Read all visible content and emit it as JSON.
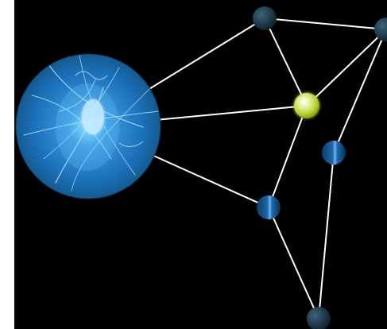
{
  "colors": {
    "background": "#000000",
    "edge": "#ffffff",
    "node_dark": "#1f3b4c",
    "node_blue": "#1d67a8",
    "node_highlight": "#b7d12c",
    "orb_blue": "#1a6fb8"
  },
  "nodes": [
    {
      "name": "hub-orb",
      "type": "orb"
    },
    {
      "name": "node-top",
      "type": "dark"
    },
    {
      "name": "node-top-right",
      "type": "dark"
    },
    {
      "name": "node-center-highlight",
      "type": "highlight"
    },
    {
      "name": "node-right-middle",
      "type": "blue"
    },
    {
      "name": "node-lower-middle",
      "type": "blue"
    },
    {
      "name": "node-bottom",
      "type": "dark"
    }
  ],
  "edges": [
    [
      "hub-orb",
      "node-top"
    ],
    [
      "hub-orb",
      "node-center-highlight"
    ],
    [
      "hub-orb",
      "node-lower-middle"
    ],
    [
      "node-top",
      "node-top-right"
    ],
    [
      "node-top",
      "node-center-highlight"
    ],
    [
      "node-top-right",
      "node-center-highlight"
    ],
    [
      "node-top-right",
      "node-right-middle"
    ],
    [
      "node-center-highlight",
      "node-lower-middle"
    ],
    [
      "node-right-middle",
      "node-bottom"
    ],
    [
      "node-lower-middle",
      "node-bottom"
    ]
  ]
}
